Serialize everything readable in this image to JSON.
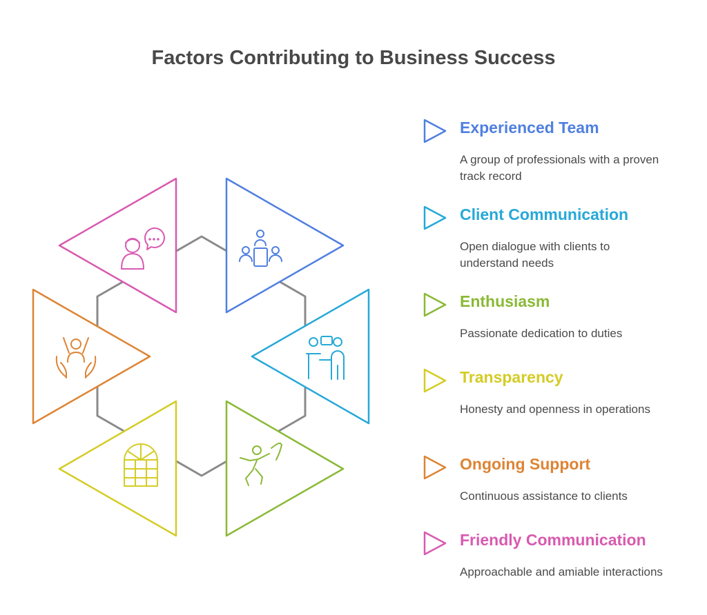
{
  "title": "Factors Contributing to Business Success",
  "colors": {
    "blue": "#4f7fe0",
    "cyan": "#26a8d8",
    "green": "#8ab936",
    "yellow": "#d4cc25",
    "orange": "#dd8434",
    "pink": "#d85ab0",
    "hexagon": "#8a8a8a"
  },
  "items": [
    {
      "label": "Experienced Team",
      "description": "A group of professionals with a proven track record",
      "color": "#4f7fe0",
      "icon": "meeting-table-icon"
    },
    {
      "label": "Client Communication",
      "description": "Open dialogue with clients to understand needs",
      "color": "#26a8d8",
      "icon": "presentation-icon"
    },
    {
      "label": "Enthusiasm",
      "description": "Passionate dedication to duties",
      "color": "#8ab936",
      "icon": "celebrating-person-icon"
    },
    {
      "label": "Transparency",
      "description": "Honesty and openness in operations",
      "color": "#d4cc25",
      "icon": "window-icon"
    },
    {
      "label": "Ongoing Support",
      "description": "Continuous assistance to clients",
      "color": "#dd8434",
      "icon": "supporting-hands-icon"
    },
    {
      "label": "Friendly Communication",
      "description": "Approachable and amiable interactions",
      "color": "#d85ab0",
      "icon": "woman-speech-bubble-icon"
    }
  ]
}
